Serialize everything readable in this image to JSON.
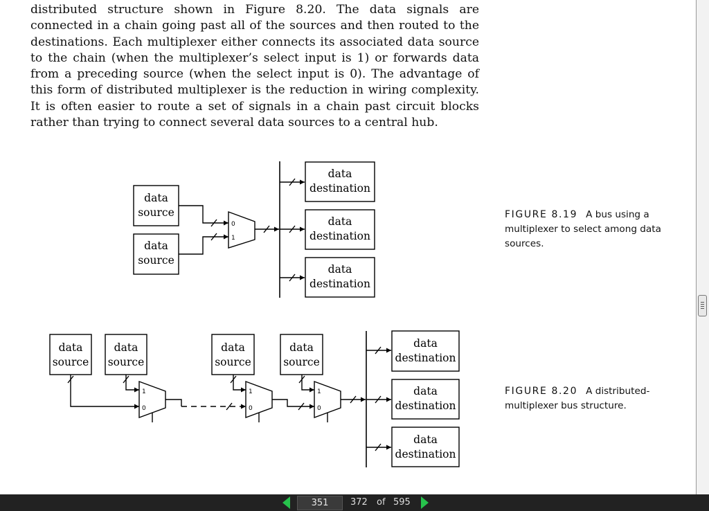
{
  "document": {
    "paragraph": "distributed structure shown in Figure 8.20. The data signals are connected in a chain going past all of the sources and then routed to the destinations. Each multiplexer either connects its associated data source to the chain (when the multiplexer’s select input is 1) or forwards data from a preceding source (when the select input is 0). The advantage of this form of distributed multiplexer is the reduction in wiring complexity. It is often easier to route a set of signals in a chain past circuit blocks rather than trying to connect several data sources to a central hub."
  },
  "figure_8_19": {
    "label": "FIGURE 8.19",
    "caption": "A bus using a multiplexer to select among data sources.",
    "sources": [
      {
        "line1": "data",
        "line2": "source"
      },
      {
        "line1": "data",
        "line2": "source"
      }
    ],
    "destinations": [
      {
        "line1": "data",
        "line2": "destination"
      },
      {
        "line1": "data",
        "line2": "destination"
      },
      {
        "line1": "data",
        "line2": "destination"
      }
    ],
    "mux_ports": [
      "0",
      "1"
    ]
  },
  "figure_8_20": {
    "label": "FIGURE 8.20",
    "caption": "A distributed-multiplexer bus structure.",
    "sources": [
      {
        "line1": "data",
        "line2": "source"
      },
      {
        "line1": "data",
        "line2": "source"
      },
      {
        "line1": "data",
        "line2": "source"
      },
      {
        "line1": "data",
        "line2": "source"
      }
    ],
    "destinations": [
      {
        "line1": "data",
        "line2": "destination"
      },
      {
        "line1": "data",
        "line2": "destination"
      },
      {
        "line1": "data",
        "line2": "destination"
      }
    ],
    "mux_ports": [
      {
        "top": "1",
        "bottom": "0"
      },
      {
        "top": "1",
        "bottom": "0"
      },
      {
        "top": "1",
        "bottom": "0"
      }
    ]
  },
  "viewer": {
    "page_input_value": "351",
    "current_page": "372",
    "of_label": "of",
    "total_pages": "595"
  }
}
